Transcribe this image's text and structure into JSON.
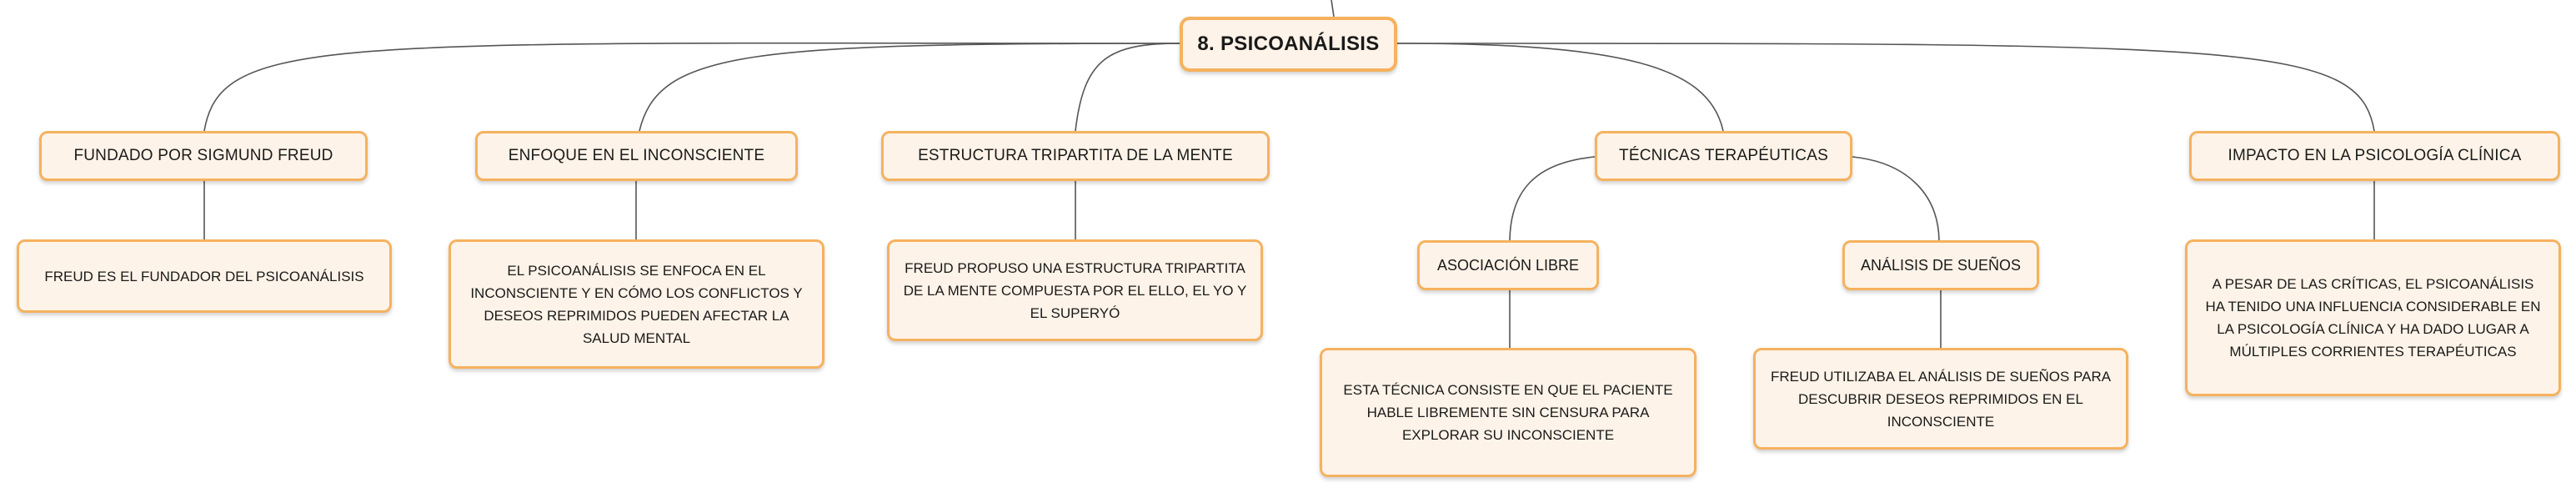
{
  "colors": {
    "border": "#f5b25f",
    "fill": "#fef3e8",
    "line": "#555555",
    "text": "#1a1a1a"
  },
  "root": {
    "label": "8. PSICOANÁLISIS"
  },
  "branches": {
    "freud": {
      "label": "FUNDADO POR SIGMUND FREUD"
    },
    "inconsciente": {
      "label": "ENFOQUE EN EL INCONSCIENTE"
    },
    "estructura": {
      "label": "ESTRUCTURA TRIPARTITA DE LA MENTE"
    },
    "tecnicas": {
      "label": "TÉCNICAS TERAPÉUTICAS"
    },
    "impacto": {
      "label": "IMPACTO EN LA PSICOLOGÍA CLÍNICA"
    }
  },
  "subtopics": {
    "asociacion": {
      "label": "ASOCIACIÓN LIBRE"
    },
    "suenos": {
      "label": "ANÁLISIS DE SUEÑOS"
    }
  },
  "leaves": {
    "freud": {
      "text": "FREUD ES EL FUNDADOR DEL PSICOANÁLISIS"
    },
    "inconsciente": {
      "text": "EL PSICOANÁLISIS SE ENFOCA EN EL INCONSCIENTE Y EN CÓMO LOS CONFLICTOS Y DESEOS REPRIMIDOS PUEDEN AFECTAR LA SALUD MENTAL"
    },
    "estructura": {
      "text": "FREUD PROPUSO UNA ESTRUCTURA TRIPARTITA DE LA MENTE COMPUESTA POR EL ELLO, EL YO Y EL SUPERYÓ"
    },
    "asociacion": {
      "text": "ESTA TÉCNICA CONSISTE EN QUE EL PACIENTE HABLE LIBREMENTE SIN CENSURA PARA EXPLORAR SU INCONSCIENTE"
    },
    "suenos": {
      "text": "FREUD UTILIZABA EL ANÁLISIS DE SUEÑOS PARA DESCUBRIR DESEOS REPRIMIDOS EN EL INCONSCIENTE"
    },
    "impacto": {
      "text": "A PESAR DE LAS CRÍTICAS, EL PSICOANÁLISIS HA TENIDO UNA INFLUENCIA CONSIDERABLE EN LA PSICOLOGÍA CLÍNICA Y HA DADO LUGAR A MÚLTIPLES CORRIENTES TERAPÉUTICAS"
    }
  }
}
